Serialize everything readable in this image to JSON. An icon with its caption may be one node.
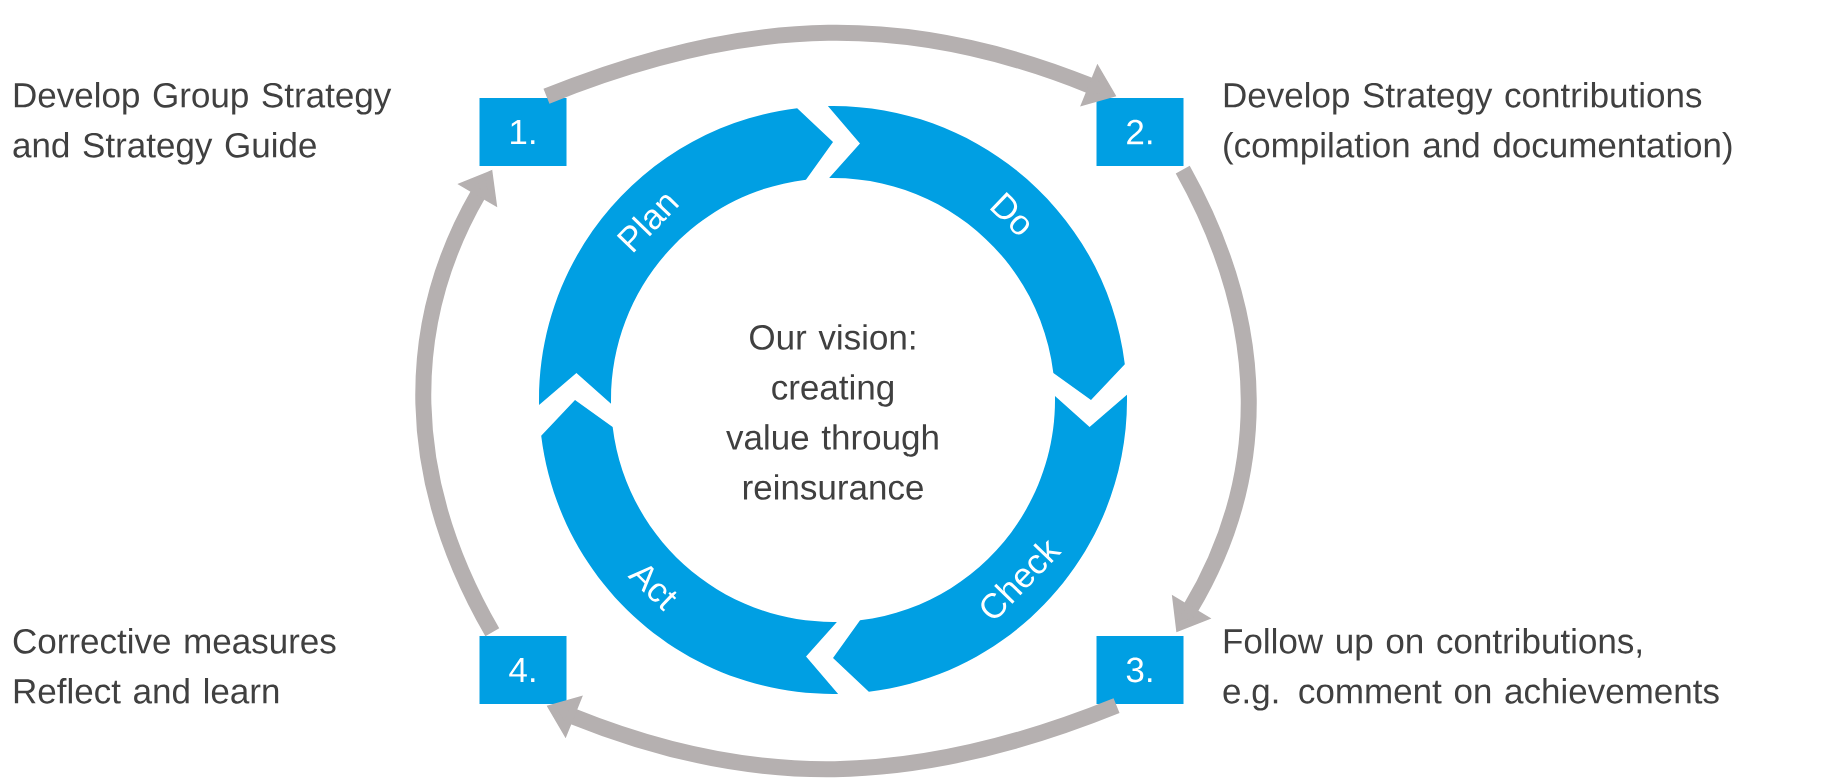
{
  "diagram": {
    "nodes": [
      {
        "text": [
          "1."
        ],
        "beside": [
          "Develop Group Strategy and Strategy Guide"
        ]
      },
      {
        "text": [
          "2."
        ],
        "beside": [
          "Develop Strategy contributions (compilation and documentation)"
        ]
      },
      {
        "text": [
          "3."
        ],
        "beside": [
          "Follow up on contributions,",
          "e.g. comment on achievements"
        ]
      },
      {
        "text": [
          "4."
        ],
        "beside": [
          "Corrective measures",
          "Reflect and learn"
        ]
      },
      {
        "text": [
          "Plan"
        ]
      },
      {
        "text": [
          "Do"
        ]
      },
      {
        "text": [
          "Check"
        ]
      },
      {
        "text": [
          "Act"
        ]
      },
      {
        "text": [
          "Our vision: creating value through reinsurance"
        ]
      }
    ],
    "edges": [
      {
        "from": 0,
        "to": 1,
        "arrow": "to"
      },
      {
        "from": 1,
        "to": 2,
        "arrow": "to"
      },
      {
        "from": 2,
        "to": 3,
        "arrow": "to"
      },
      {
        "from": 3,
        "to": 0,
        "arrow": "to"
      }
    ]
  }
}
